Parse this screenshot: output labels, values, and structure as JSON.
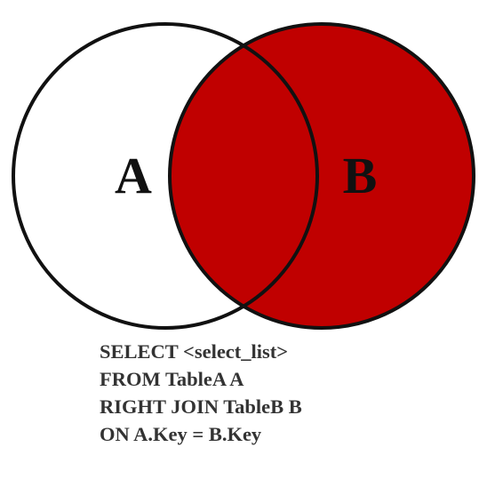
{
  "diagram": {
    "set_a_label": "A",
    "set_b_label": "B",
    "highlighted_sets": [
      "B"
    ],
    "colors": {
      "highlight": "#c00000",
      "background": "#ffffff",
      "outline": "#111111",
      "text": "#333333"
    }
  },
  "query": {
    "lines": [
      "SELECT <select_list>",
      "FROM TableA A",
      "RIGHT JOIN TableB B",
      "ON A.Key = B.Key"
    ]
  }
}
